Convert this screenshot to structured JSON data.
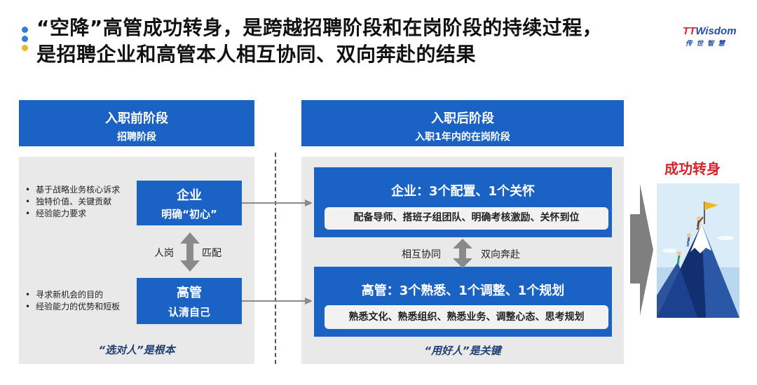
{
  "header": {
    "title_line1": "“空降”高管成功转身，是跨越招聘阶段和在岗阶段的持续过程，",
    "title_line2": "是招聘企业和高管本人相互协同、双向奔赴的结果",
    "logo_en_prefix": "TT",
    "logo_en_suffix": "Wisdom",
    "logo_cn": "传世智慧"
  },
  "left": {
    "title": "入职前阶段",
    "subtitle": "招聘阶段",
    "bullets_top": [
      "基于战略业务核心诉求",
      "独特价值、关键贡献",
      "经验能力要求"
    ],
    "bullets_bottom": [
      "寻求新机会的目的",
      "经验能力的优势和短板"
    ],
    "company_title": "企业",
    "company_sub": "明确“初心”",
    "exec_title": "高管",
    "exec_sub": "认清自己",
    "match_left": "人岗",
    "match_right": "匹配",
    "footer": "“选对人”是根本"
  },
  "right": {
    "title": "入职后阶段",
    "subtitle": "入职1年内的在岗阶段",
    "company_title": "企业：3个配置、1个关怀",
    "company_detail": "配备导师、搭班子组团队、明确考核激励、关怀到位",
    "exec_title": "高管：3个熟悉、1个调整、1个规划",
    "exec_detail": "熟悉文化、熟悉组织、熟悉业务、调整心态、思考规划",
    "coop_left": "相互协同",
    "coop_right": "双向奔赴",
    "footer": "“用好人”是关键"
  },
  "outcome": {
    "label": "成功转身"
  },
  "colors": {
    "primary_blue": "#1a62c4",
    "accent_red": "#d8222a",
    "dot_blue": "#2f7fd8",
    "dot_yellow": "#f2b71b",
    "panel_gray": "#e9e9e9"
  }
}
